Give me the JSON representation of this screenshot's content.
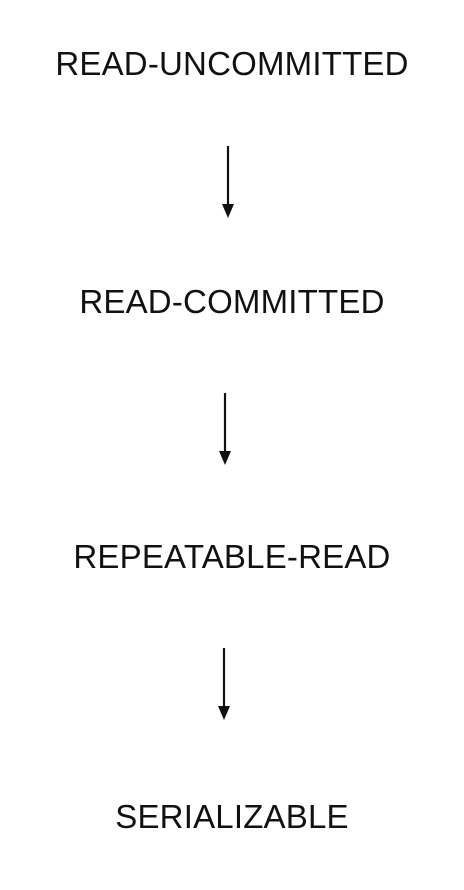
{
  "diagram": {
    "levels": [
      {
        "label": "READ-UNCOMMITTED"
      },
      {
        "label": "READ-COMMITTED"
      },
      {
        "label": "REPEATABLE-READ"
      },
      {
        "label": "SERIALIZABLE"
      }
    ]
  },
  "colors": {
    "background": "#ffffff",
    "text": "#111111",
    "arrow": "#111111"
  },
  "icons": {
    "arrow": "arrow-down-icon"
  }
}
